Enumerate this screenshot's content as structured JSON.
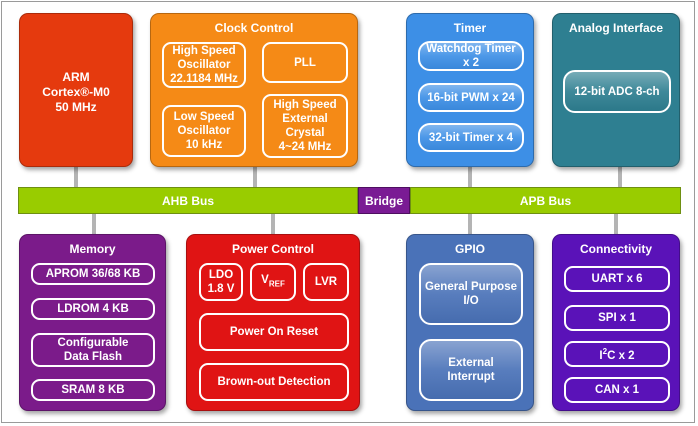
{
  "colors": {
    "arm": "#e53a0e",
    "clock": "#f58a16",
    "timer": "#3d8fe6",
    "analog": "#2e7f91",
    "bus": "#99cc00",
    "bridge": "#7a1b94",
    "memory": "#7b1b8a",
    "power": "#e01414",
    "gpio": "#4a72b8",
    "connectivity": "#5a12b8"
  },
  "arm": {
    "line1": "ARM",
    "line2": "Cortex®-M0",
    "line3": "50 MHz"
  },
  "clock": {
    "title": "Clock Control",
    "hso": {
      "l1": "High Speed",
      "l2": "Oscillator",
      "l3": "22.1184 MHz"
    },
    "pll": "PLL",
    "lso": {
      "l1": "Low Speed",
      "l2": "Oscillator",
      "l3": "10 kHz"
    },
    "hsx": {
      "l1": "High Speed",
      "l2": "External",
      "l3": "Crystal",
      "l4": "4~24 MHz"
    }
  },
  "timer": {
    "title": "Timer",
    "wdt": {
      "l1": "Watchdog Timer",
      "l2": "x 2"
    },
    "pwm": "16-bit PWM x 24",
    "t32": "32-bit Timer x 4"
  },
  "analog": {
    "title": "Analog Interface",
    "adc": "12-bit ADC 8-ch"
  },
  "bus": {
    "ahb": "AHB Bus",
    "bridge": "Bridge",
    "apb": "APB Bus"
  },
  "memory": {
    "title": "Memory",
    "aprom": "APROM 36/68 KB",
    "ldrom": "LDROM 4 KB",
    "flash": {
      "l1": "Configurable",
      "l2": "Data Flash"
    },
    "sram": "SRAM 8 KB"
  },
  "power": {
    "title": "Power Control",
    "ldo": {
      "l1": "LDO",
      "l2": "1.8 V"
    },
    "vref": {
      "main": "V",
      "sub": "REF"
    },
    "lvr": "LVR",
    "por": "Power On Reset",
    "bod": "Brown-out Detection"
  },
  "gpio": {
    "title": "GPIO",
    "gp": {
      "l1": "General Purpose",
      "l2": "I/O"
    },
    "ext": {
      "l1": "External",
      "l2": "Interrupt"
    }
  },
  "conn": {
    "title": "Connectivity",
    "uart": "UART x 6",
    "spi": "SPI x 1",
    "i2c": {
      "pre": "I",
      "sup": "2",
      "post": "C x 2"
    },
    "can": "CAN x 1"
  }
}
